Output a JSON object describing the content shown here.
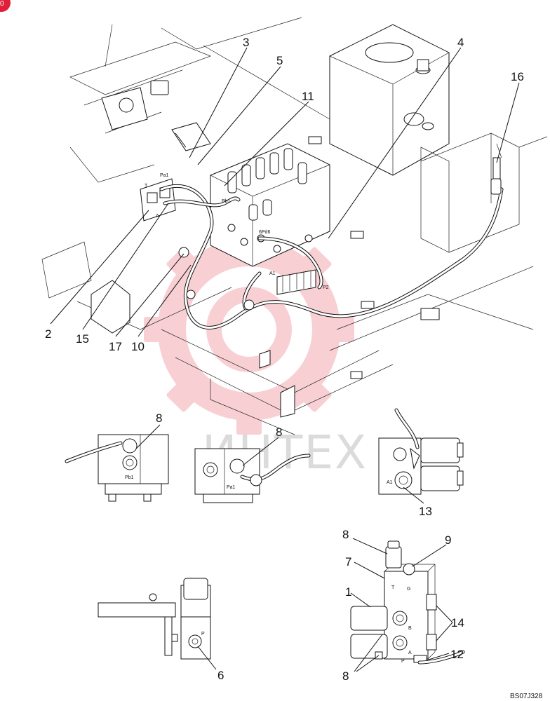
{
  "drawing": {
    "code": "BS07J328",
    "corner_badge": "0"
  },
  "watermark": {
    "text": "ИНТЕХ"
  },
  "callouts": {
    "c3": "3",
    "c5": "5",
    "c11": "11",
    "c4": "4",
    "c16": "16",
    "c2": "2",
    "c15": "15",
    "c17": "17",
    "c10": "10",
    "c8a": "8",
    "c8b": "8",
    "c13": "13",
    "c8c": "8",
    "c9": "9",
    "c7": "7",
    "c1": "1",
    "c14": "14",
    "c12": "12",
    "c8d": "8",
    "c6": "6"
  },
  "port_labels": {
    "pa1_main": "Pa1",
    "pb1_main": "Pb1",
    "t_main": "T",
    "a_main": "A",
    "pd6_main": "6Pd6",
    "a1_main": "A1",
    "p2_main": "P2",
    "pb1_detail": "Pb1",
    "pa1_detail": "Pa1",
    "a1_detail": "A1",
    "t_block": "T",
    "g_block": "G",
    "b_block": "B",
    "a_block": "A",
    "p_block": "P",
    "p_detail6": "P"
  }
}
